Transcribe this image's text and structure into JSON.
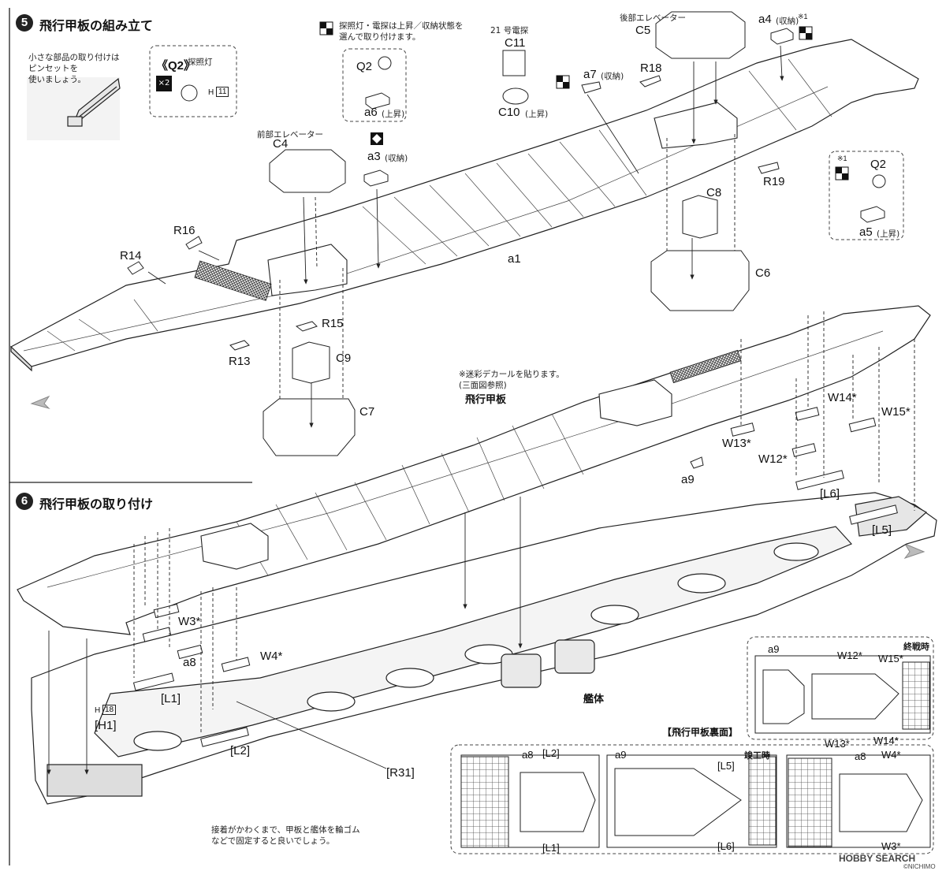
{
  "steps": {
    "step5": {
      "number": "5",
      "title": "飛行甲板の組み立て"
    },
    "step6": {
      "number": "6",
      "title": "飛行甲板の取り付け"
    }
  },
  "notes": {
    "tweezers": "小さな部品の取り付けは\nピンセットを\n使いましょう。",
    "searchlight": "探照灯・電探は上昇／収納状態を\n選んで取り付けます。",
    "decal": "※迷彩デカールを貼ります。\n(三面図参照)",
    "rubber_band": "接着がかわくまで、甲板と艦体を輪ゴム\nなどで固定すると良いでしょう。"
  },
  "captions": {
    "flight_deck": "飛行甲板",
    "hull": "艦体",
    "deck_underside": "【飛行甲板裏面】",
    "at_completion": "終戦時",
    "at_commission": "竣工時",
    "front_elevator": "前部エレベーター",
    "rear_elevator": "後部エレベーター",
    "radar21": "21 号電探",
    "searchlight": "探照灯",
    "raised": "(上昇)",
    "stowed": "(収納)",
    "ref1": "※1",
    "x2": "×2",
    "h11": "11",
    "h18": "18",
    "h_prefix": "H"
  },
  "parts": {
    "Q2a": "《Q2》",
    "Q2": "Q2",
    "a6": "a6",
    "a3": "a3",
    "C11": "C11",
    "C10": "C10",
    "a7": "a7",
    "C5": "C5",
    "a4": "a4",
    "R18": "R18",
    "R19": "R19",
    "C4": "C4",
    "R16": "R16",
    "R14": "R14",
    "R15": "R15",
    "R13": "R13",
    "C9": "C9",
    "C7": "C7",
    "a1": "a1",
    "C8": "C8",
    "C6": "C6",
    "Q2b": "Q2",
    "a5": "a5",
    "W14": "W14*",
    "W15": "W15*",
    "W13": "W13*",
    "W12": "W12*",
    "a9": "a9",
    "L6": "[L6]",
    "L5": "[L5]",
    "W3": "W3*",
    "a8": "a8",
    "W4": "W4*",
    "L1": "[L1]",
    "H1": "[H1]",
    "L2": "[L2]",
    "R31": "[R31]"
  },
  "inset": {
    "top": {
      "a9": "a9",
      "W12": "W12*",
      "W15": "W15*",
      "W13": "W13*",
      "W14": "W14*"
    },
    "bl": {
      "a8": "a8",
      "L2": "[L2]",
      "L1": "[L1]"
    },
    "bm": {
      "a9": "a9",
      "L5": "[L5]",
      "L6": "[L6]"
    },
    "br": {
      "a8": "a8",
      "W4": "W4*",
      "W3": "W3*"
    }
  },
  "footer": {
    "brand": "HOBBY SEARCH",
    "sub": "©NICHIMO"
  },
  "colors": {
    "line": "#222222",
    "deck_fill": "#ffffff",
    "hull_fill": "#ffffff",
    "shade": "#d9d9d9",
    "dark": "#222222"
  }
}
